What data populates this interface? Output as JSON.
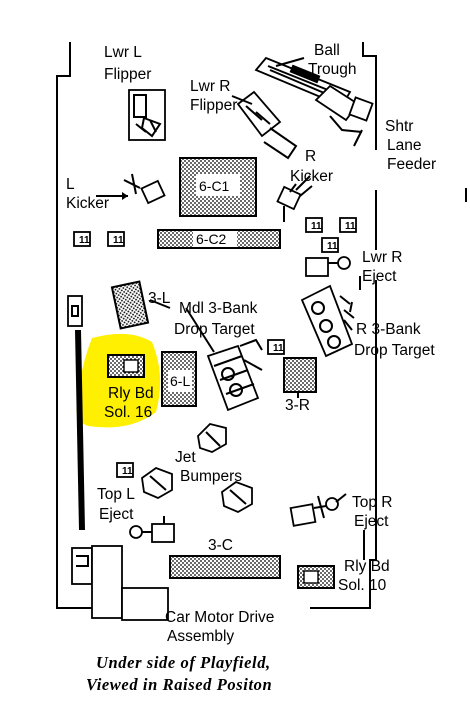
{
  "labels": {
    "lwr_l_flipper": [
      "Lwr L",
      "Flipper"
    ],
    "ball_trough": [
      "Ball",
      "Trough"
    ],
    "lwr_r_flipper": [
      "Lwr R",
      "Flipper"
    ],
    "shtr_lane_feeder": [
      "Shtr",
      "Lane",
      "Feeder"
    ],
    "six_c1": "6-C1",
    "l_kicker": [
      "L",
      "Kicker"
    ],
    "r_kicker": [
      "R",
      "Kicker"
    ],
    "six_c2": "6-C2",
    "lwr_r_eject": [
      "Lwr R",
      "Eject"
    ],
    "three_l": "3-L",
    "mdl_drop_target": [
      "Mdl 3-Bank",
      "Drop Target"
    ],
    "r_drop_target": [
      "R 3-Bank",
      "Drop Target"
    ],
    "rly_bd_16": [
      "Rly Bd",
      "Sol. 16"
    ],
    "six_l": "6-L",
    "three_r": "3-R",
    "jet_bumpers": [
      "Jet",
      "Bumpers"
    ],
    "top_l_eject": [
      "Top L",
      "Eject"
    ],
    "top_r_eject": [
      "Top R",
      "Eject"
    ],
    "three_c": "3-C",
    "rly_bd_10": [
      "Rly Bd",
      "Sol. 10"
    ],
    "car_motor": [
      "Car Motor Drive",
      "Assembly"
    ]
  },
  "caption": [
    "Under side of Playfield,",
    "Viewed in Raised Positon"
  ],
  "colors": {
    "highlight": "#ffef00",
    "ink": "#000000"
  }
}
